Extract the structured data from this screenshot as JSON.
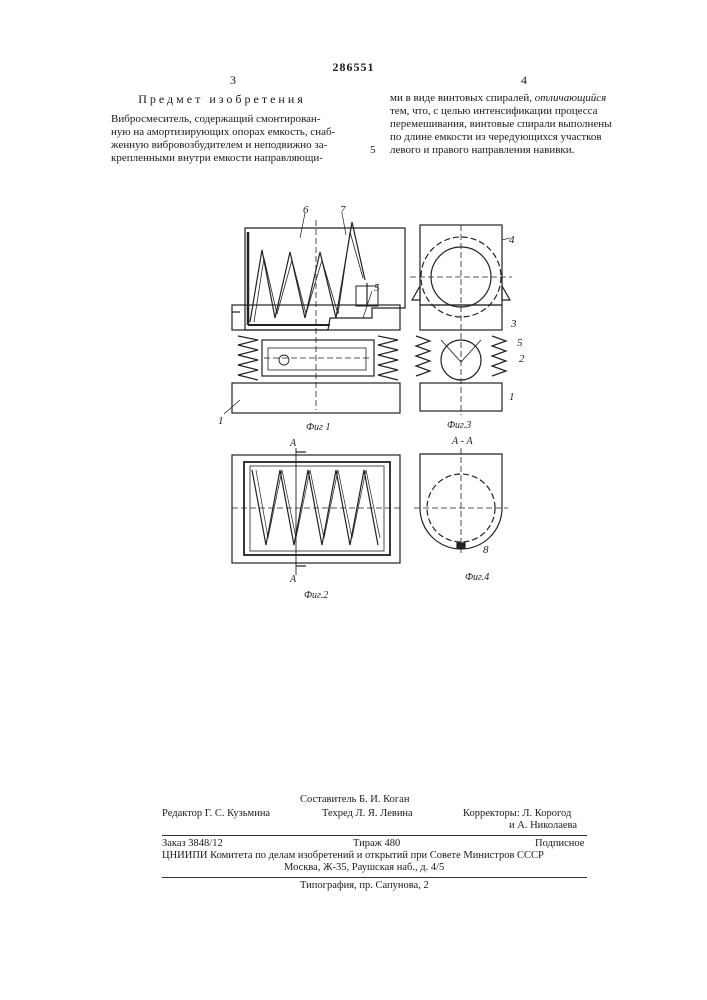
{
  "patent_number": "286551",
  "columns": {
    "left_number": "3",
    "right_number": "4"
  },
  "section_title": "Предмет изобретения",
  "claim": {
    "left_lines": [
      "Вибросмеситель, содержащий смонтирован-",
      "ную на амортизирующих опорах емкость, снаб-",
      "женную вибровозбудителем и неподвижно за-",
      "крепленными внутри емкости направляющи-"
    ],
    "right_line_1_prefix": "ми в виде винтовых спиралей, ",
    "right_line_1_italic": "отличающийся",
    "right_lines": [
      "тем, что, с целью интенсификации процесса",
      "перемешивания, винтовые спирали выполнены",
      "по длине емкости из чередующихся участков",
      "левого и правого направления навивки."
    ],
    "line_marker": "5"
  },
  "figures": {
    "fig1_caption": "Фиг 1",
    "fig2_caption": "Фиг.2",
    "fig3_caption": "Фиг.3",
    "fig4_caption": "Фиг.4",
    "section_label": "А - А",
    "section_letter": "А",
    "ref_1": "1",
    "ref_2": "2",
    "ref_3": "3",
    "ref_4": "4",
    "ref_5": "5",
    "ref_6": "6",
    "ref_7": "7",
    "ref_8": "8"
  },
  "credits": {
    "compiler": "Составитель Б. И. Коган",
    "editor": "Редактор Г. С. Кузьмина",
    "techred": "Техред Л. Я. Левина",
    "correctors_1": "Корректоры: Л. Корогод",
    "correctors_2": "и А. Николаева",
    "order": "Заказ 3848/12",
    "print_run": "Тираж 480",
    "subscription": "Подписное",
    "institute": "ЦНИИПИ Комитета по делам изобретений и открытий при Совете Министров СССР",
    "address": "Москва, Ж-35, Раушская наб., д. 4/5",
    "printing_house": "Типография, пр. Сапунова, 2"
  }
}
